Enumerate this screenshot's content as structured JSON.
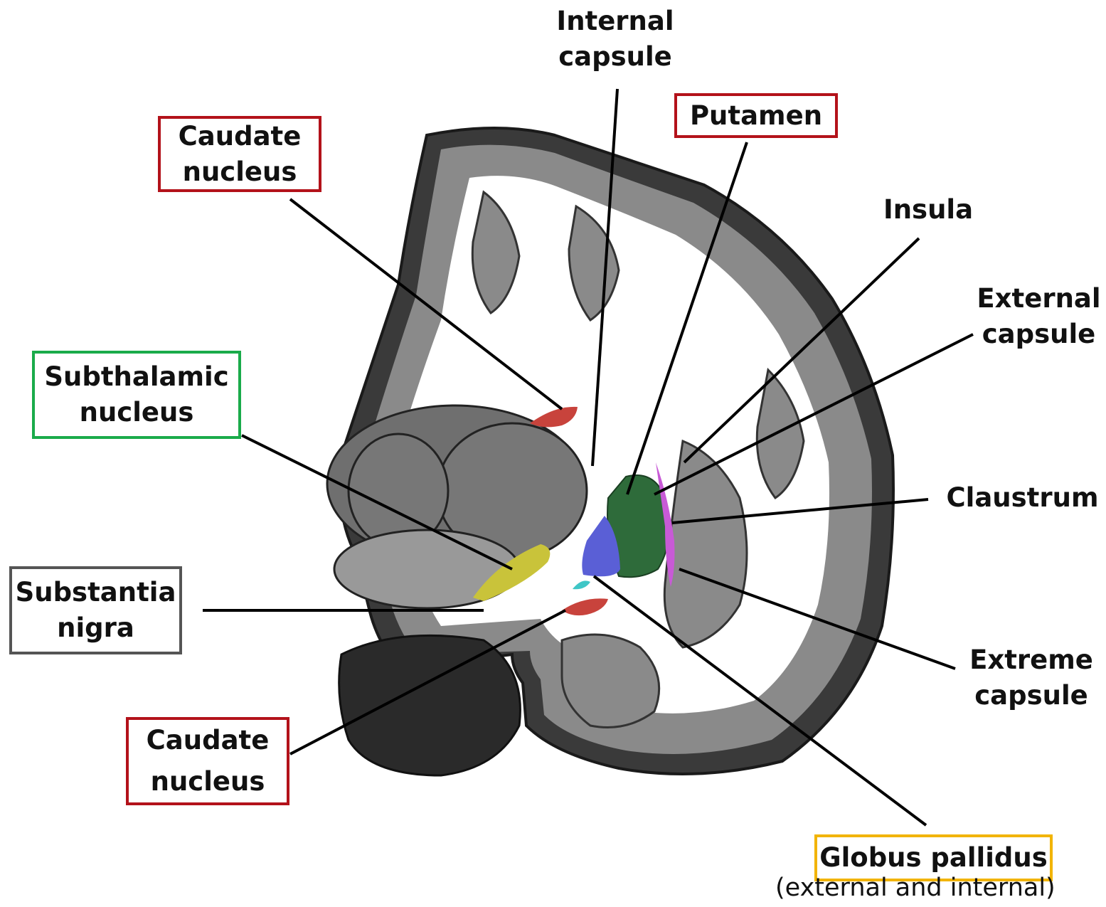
{
  "labels": {
    "internal_capsule": [
      "Internal",
      "capsule"
    ],
    "putamen": [
      "Putamen"
    ],
    "caudate_top": [
      "Caudate",
      "nucleus"
    ],
    "insula": [
      "Insula"
    ],
    "external_capsule": [
      "External",
      "capsule"
    ],
    "subthalamic": [
      "Subthalamic",
      "nucleus"
    ],
    "claustrum": [
      "Claustrum"
    ],
    "substantia_nigra": [
      "Substantia",
      "nigra"
    ],
    "extreme_capsule": [
      "Extreme",
      "capsule"
    ],
    "caudate_bottom": [
      "Caudate",
      "nucleus"
    ],
    "globus_pallidus": [
      "Globus pallidus"
    ],
    "globus_pallidus_note": "(external and internal)"
  },
  "colors": {
    "red_box": "#b3121a",
    "green_box": "#1aab4a",
    "grey_box": "#555555",
    "yellow_box": "#f2b400",
    "putamen": "#2e6b3a",
    "globus_pallidus": "#5a5fd6",
    "claustrum": "#c85ad6",
    "subthalamic": "#c9c33a",
    "caudate": "#c8433c",
    "teal": "#3fc6c6"
  }
}
